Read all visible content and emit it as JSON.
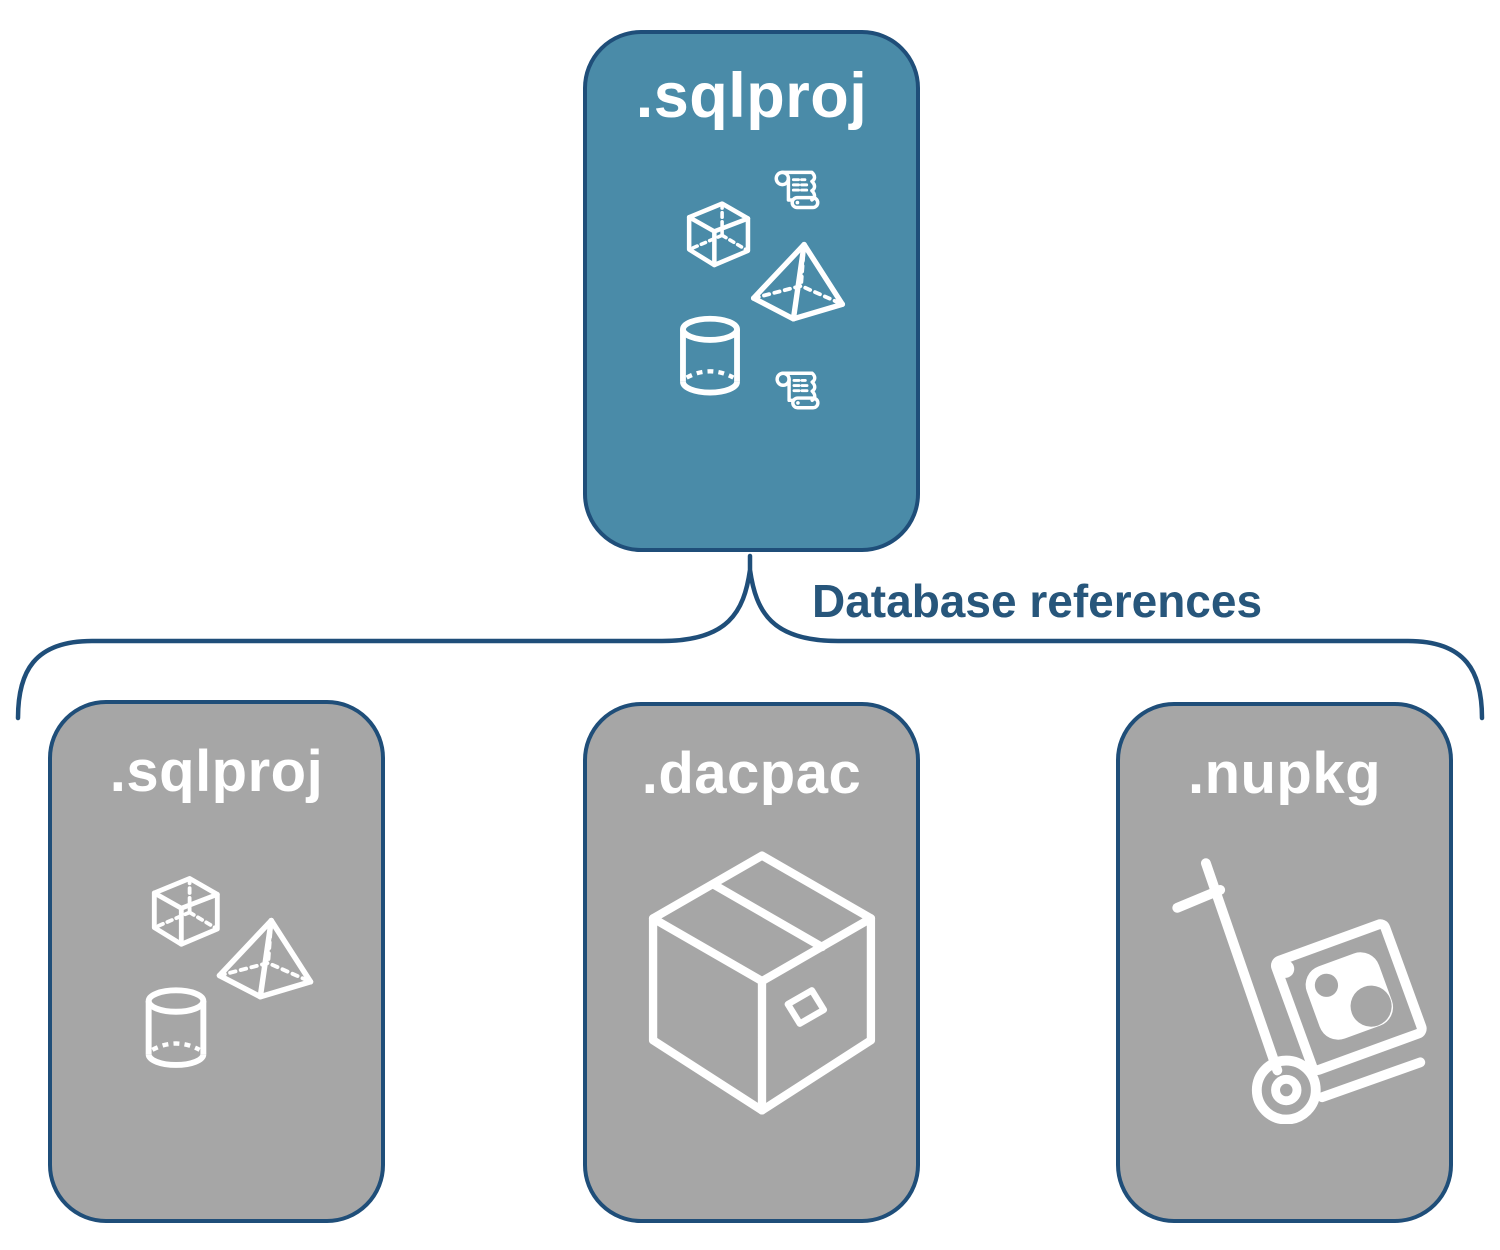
{
  "diagram": {
    "root": {
      "label": ".sqlproj",
      "icons": [
        "script-scroll",
        "cube",
        "pyramid",
        "database-cylinder",
        "script-scroll"
      ]
    },
    "connector": {
      "label": "Database references"
    },
    "children": [
      {
        "label": ".sqlproj",
        "icons": [
          "cube",
          "pyramid",
          "database-cylinder"
        ]
      },
      {
        "label": ".dacpac",
        "icons": [
          "package-box"
        ]
      },
      {
        "label": ".nupkg",
        "icons": [
          "nuget-delivery-trolley"
        ]
      }
    ],
    "colors": {
      "root_fill": "#4A8BA8",
      "child_fill": "#A6A6A6",
      "outline": "#1F4E79",
      "connector_text": "#27567B",
      "label_text": "#FFFFFF",
      "icon_stroke": "#FFFFFF",
      "background": "#FFFFFF"
    }
  }
}
